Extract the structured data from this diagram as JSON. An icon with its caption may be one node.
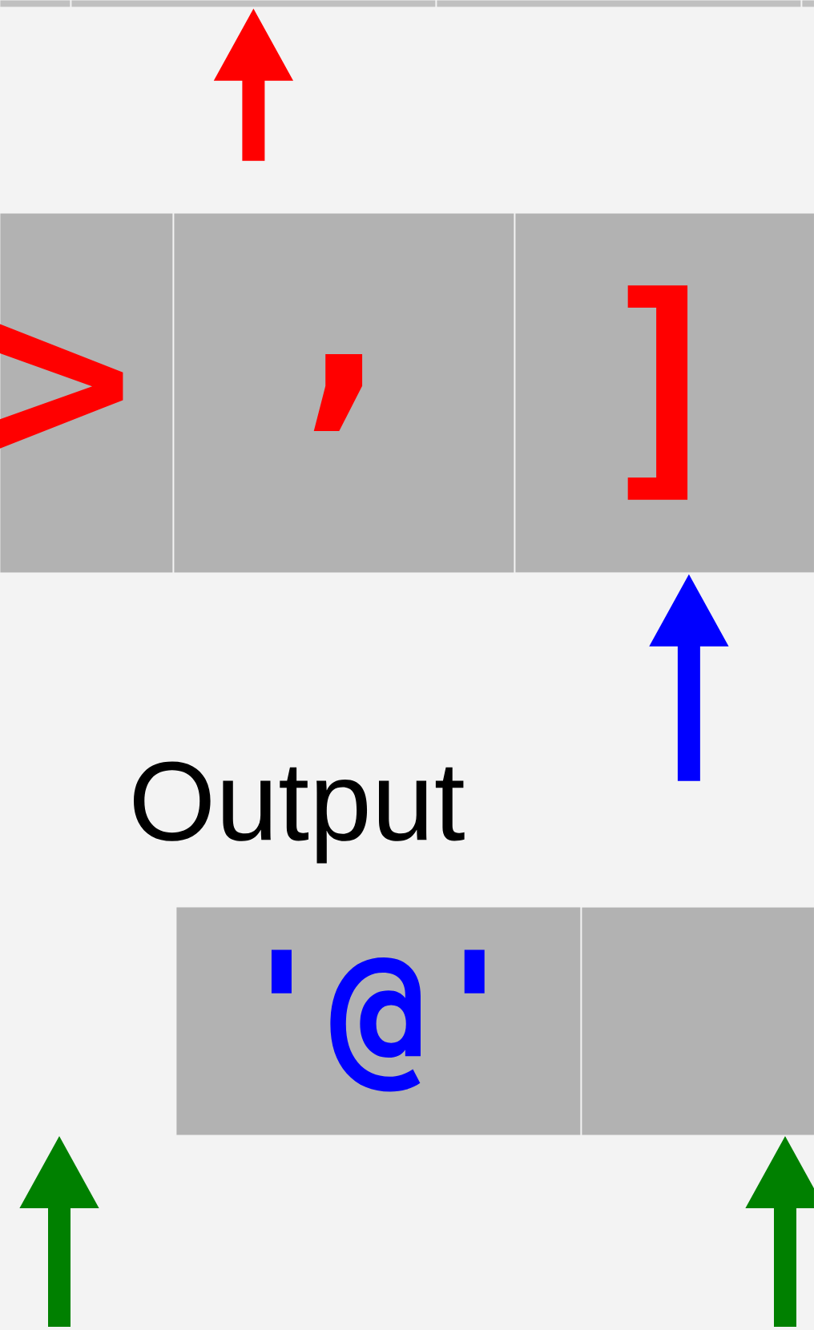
{
  "diagram": {
    "nodes": [
      {
        "text": [],
        "shape": "box"
      },
      {
        "text": [],
        "shape": "box"
      },
      {
        "text": [],
        "shape": "box"
      },
      {
        "text": [],
        "shape": "box"
      },
      {
        "text": [
          ">"
        ]
      },
      {
        "text": [
          ","
        ]
      },
      {
        "text": [
          "]"
        ]
      },
      {
        "text": [
          "'@'"
        ]
      },
      {
        "text": [],
        "shape": "box"
      }
    ],
    "edges": [
      {
        "from": null,
        "to": 1,
        "arrow": "to",
        "color": "#ff0000"
      },
      {
        "from": null,
        "to": 6,
        "arrow": "to",
        "color": "#0000ff"
      }
    ],
    "labels": [
      "Output"
    ]
  }
}
